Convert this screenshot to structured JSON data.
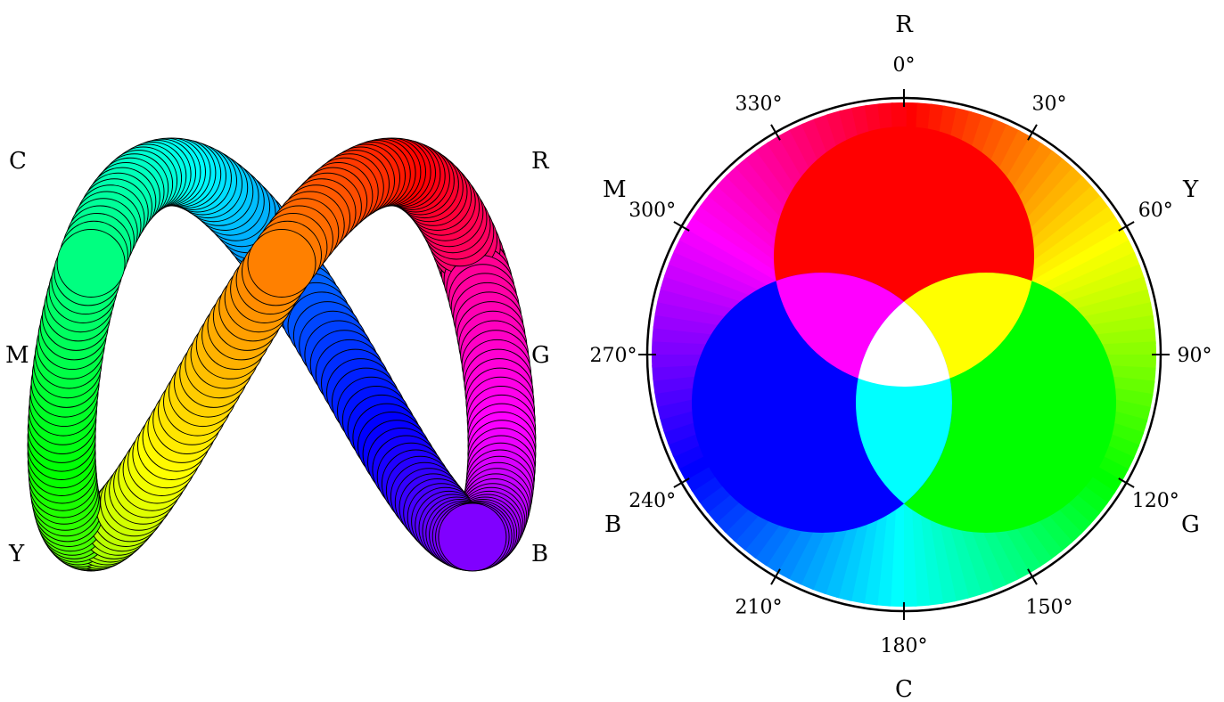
{
  "knot": {
    "labels": {
      "R": "R",
      "G": "G",
      "B": "B",
      "C": "C",
      "M": "M",
      "Y": "Y"
    }
  },
  "wheel": {
    "letters": {
      "R": "R",
      "Y": "Y",
      "G": "G",
      "C": "C",
      "B": "B",
      "M": "M"
    },
    "degrees": [
      "0°",
      "30°",
      "60°",
      "90°",
      "120°",
      "150°",
      "180°",
      "210°",
      "240°",
      "270°",
      "300°",
      "330°"
    ],
    "circles": {
      "red": "#ff0000",
      "green": "#00ff00",
      "blue": "#0000ff",
      "yellow": "#ffff00",
      "cyan": "#00ffff",
      "magenta": "#ff00ff",
      "white": "#ffffff"
    }
  }
}
